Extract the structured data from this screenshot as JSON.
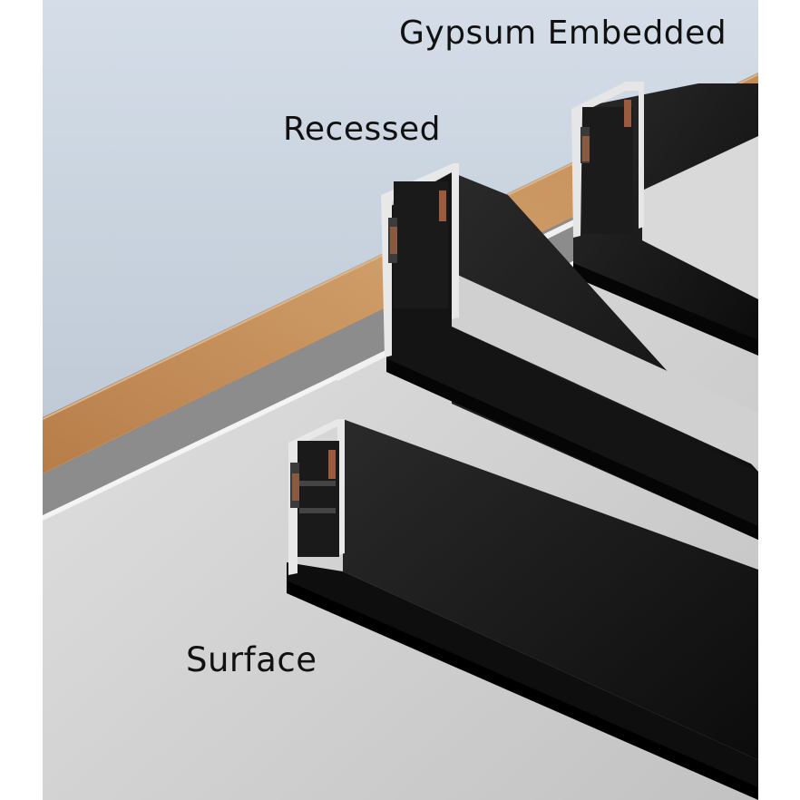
{
  "labels": {
    "gypsum_embedded": "Gypsum Embedded",
    "recessed": "Recessed",
    "surface": "Surface"
  },
  "colors": {
    "sky": "#c9d5e2",
    "ceiling": "#d6d6d6",
    "wood": "#c8935e",
    "track": "#151515",
    "aluminum": "#e2e2e2"
  }
}
